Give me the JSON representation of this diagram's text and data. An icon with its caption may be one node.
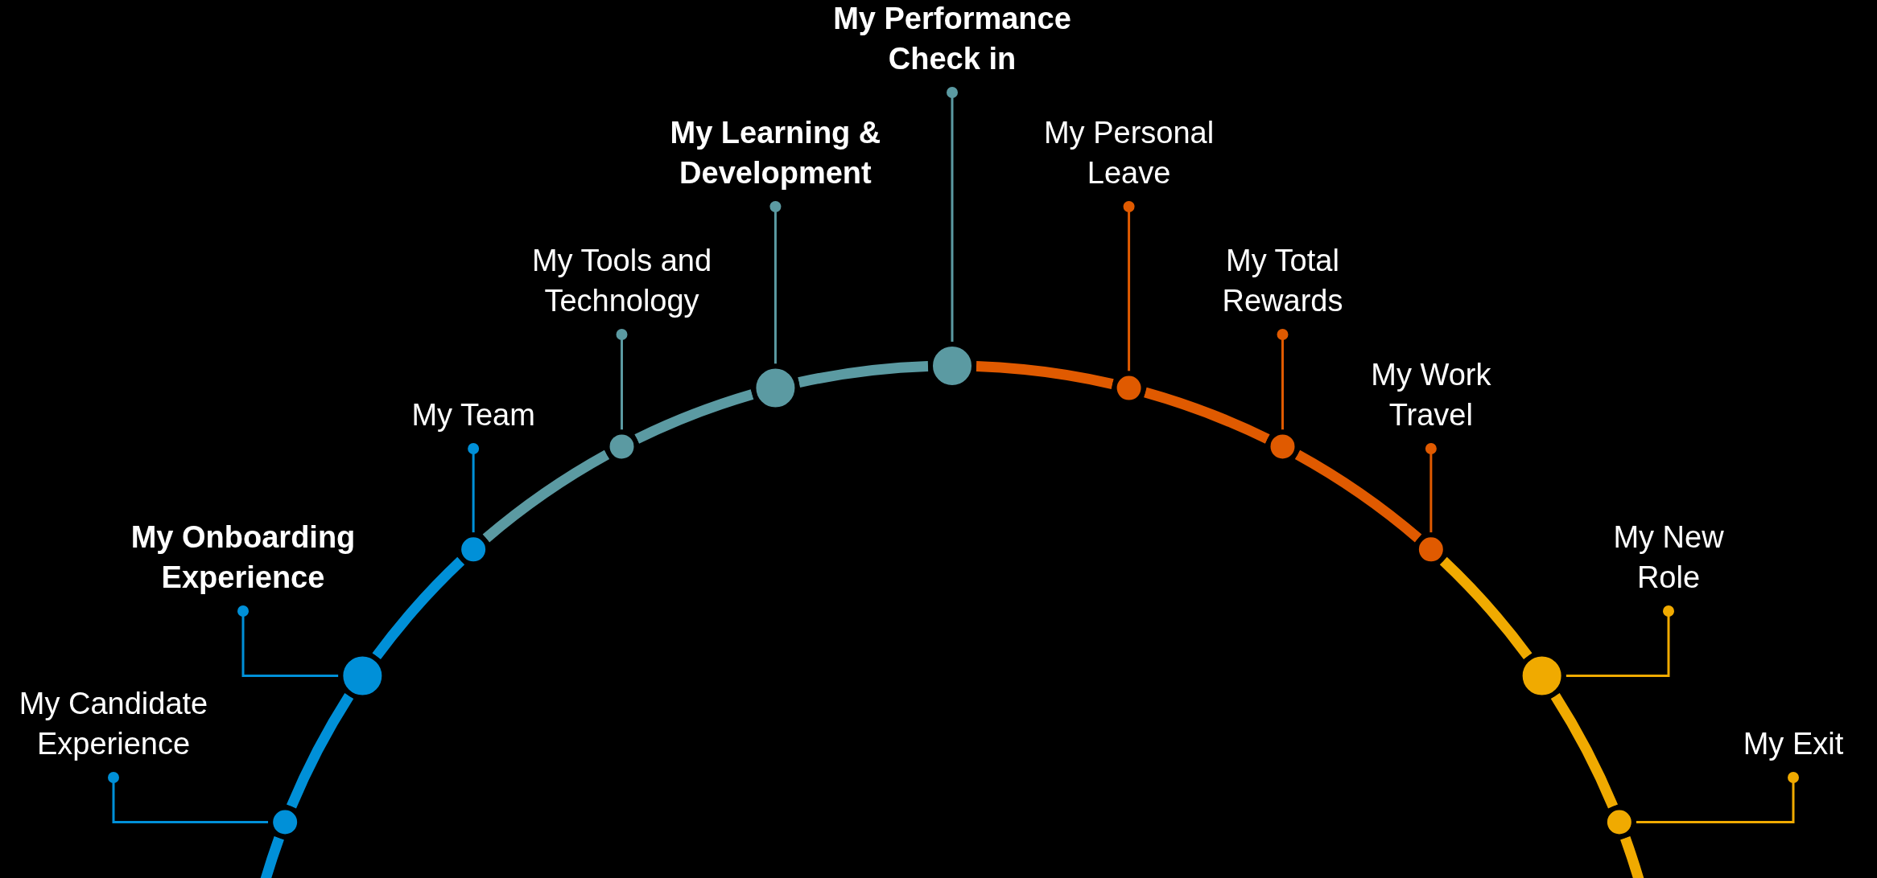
{
  "diagram": {
    "nodes": [
      {
        "text": [
          "My Candidate Experience"
        ]
      },
      {
        "text": [
          "My Onboarding Experience"
        ]
      },
      {
        "text": [
          "My Team"
        ]
      },
      {
        "text": [
          "My Tools and Technology"
        ]
      },
      {
        "text": [
          "My Learning & Development"
        ]
      },
      {
        "text": [
          "My Performance Check in"
        ]
      },
      {
        "text": [
          "My Personal Leave"
        ]
      },
      {
        "text": [
          "My Total Rewards"
        ]
      },
      {
        "text": [
          "My Work Travel"
        ]
      },
      {
        "text": [
          "My New Role"
        ]
      },
      {
        "text": [
          "My Exit"
        ]
      },
      {
        "text": [],
        "shape": "circle"
      },
      {
        "text": [],
        "shape": "circle"
      },
      {
        "text": [],
        "shape": "circle"
      },
      {
        "text": [],
        "shape": "circle"
      },
      {
        "text": [],
        "shape": "circle"
      },
      {
        "text": [],
        "shape": "circle"
      },
      {
        "text": [],
        "shape": "circle"
      },
      {
        "text": [],
        "shape": "circle"
      },
      {
        "text": [],
        "shape": "circle"
      },
      {
        "text": [],
        "shape": "circle"
      },
      {
        "text": [],
        "shape": "circle"
      }
    ],
    "edges": [
      {
        "from": 0,
        "to": 11,
        "arrow": "other",
        "color": "#0090d8"
      },
      {
        "from": 1,
        "to": 12,
        "arrow": "other",
        "color": "#0090d8"
      },
      {
        "from": 2,
        "to": 13,
        "arrow": "other",
        "color": "#0090d8"
      },
      {
        "from": 3,
        "to": 14,
        "arrow": "other",
        "color": "#5b9aa2"
      },
      {
        "from": 4,
        "to": 15,
        "arrow": "other",
        "color": "#5b9aa2"
      },
      {
        "from": 5,
        "to": 16,
        "arrow": "other",
        "color": "#5b9aa2"
      },
      {
        "from": 6,
        "to": 17,
        "arrow": "other",
        "color": "#e05a00"
      },
      {
        "from": 7,
        "to": 18,
        "arrow": "other",
        "color": "#e05a00"
      },
      {
        "from": 8,
        "to": 19,
        "arrow": "other",
        "color": "#e05a00"
      },
      {
        "from": 9,
        "to": 20,
        "arrow": "other",
        "color": "#f0aa00"
      },
      {
        "from": 10,
        "to": 21,
        "arrow": "other",
        "color": "#f0aa00"
      },
      {
        "from": null,
        "to": 11,
        "arrow": "none",
        "color": "#0090d8"
      },
      {
        "from": 11,
        "to": 12,
        "arrow": "none",
        "color": "#0090d8"
      },
      {
        "from": 12,
        "to": 13,
        "arrow": "none",
        "color": "#0090d8"
      },
      {
        "from": 13,
        "to": 14,
        "arrow": "none",
        "color": "#5b9aa2"
      },
      {
        "from": 14,
        "to": 15,
        "arrow": "none",
        "color": "#5b9aa2"
      },
      {
        "from": 15,
        "to": 16,
        "arrow": "none",
        "color": "#5b9aa2"
      },
      {
        "from": 16,
        "to": 17,
        "arrow": "none",
        "color": "#e05a00"
      },
      {
        "from": 17,
        "to": 18,
        "arrow": "none",
        "color": "#e05a00"
      },
      {
        "from": 18,
        "to": 19,
        "arrow": "none",
        "color": "#e05a00"
      },
      {
        "from": 19,
        "to": 20,
        "arrow": "none",
        "color": "#f0aa00"
      },
      {
        "from": 20,
        "to": 21,
        "arrow": "none",
        "color": "#f0aa00"
      },
      {
        "from": 21,
        "to": null,
        "arrow": "none",
        "color": "#f0aa00"
      }
    ]
  }
}
